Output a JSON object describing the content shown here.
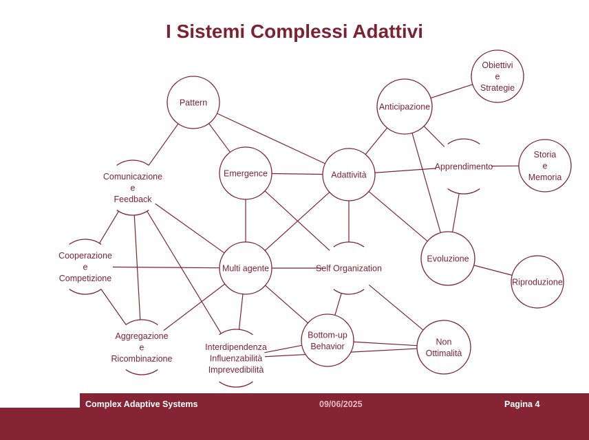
{
  "slide": {
    "title": "I Sistemi Complessi Adattivi"
  },
  "diagram": {
    "nodes": [
      {
        "id": "pattern",
        "lines": [
          "Pattern"
        ],
        "ring": "full"
      },
      {
        "id": "comunicazione",
        "lines": [
          "Comunicazione",
          "e",
          "Feedback"
        ],
        "ring": "arcs"
      },
      {
        "id": "emergence",
        "lines": [
          "Emergence"
        ],
        "ring": "full"
      },
      {
        "id": "adattivita",
        "lines": [
          "Adattività"
        ],
        "ring": "full"
      },
      {
        "id": "anticipazione",
        "lines": [
          "Anticipazione"
        ],
        "ring": "full"
      },
      {
        "id": "obiettivi",
        "lines": [
          "Obiettivi",
          "e",
          "Strategie"
        ],
        "ring": "full"
      },
      {
        "id": "apprendimento",
        "lines": [
          "Apprendimento"
        ],
        "ring": "arcs"
      },
      {
        "id": "storia",
        "lines": [
          "Storia",
          "e",
          "Memoria"
        ],
        "ring": "full"
      },
      {
        "id": "cooperazione",
        "lines": [
          "Cooperazione",
          "e",
          "Competizione"
        ],
        "ring": "arcs"
      },
      {
        "id": "multiagente",
        "lines": [
          "Multi agente"
        ],
        "ring": "full"
      },
      {
        "id": "selforg",
        "lines": [
          "Self Organization"
        ],
        "ring": "arcs"
      },
      {
        "id": "evoluzione",
        "lines": [
          "Evoluzione"
        ],
        "ring": "full"
      },
      {
        "id": "riproduzione",
        "lines": [
          "Riproduzione"
        ],
        "ring": "full"
      },
      {
        "id": "aggregazione",
        "lines": [
          "Aggregazione",
          "e",
          "Ricombinazione"
        ],
        "ring": "arcs"
      },
      {
        "id": "interdipendenza",
        "lines": [
          "Interdipendenza",
          "Influenzabilità",
          "Imprevedibilità"
        ],
        "ring": "arcs"
      },
      {
        "id": "bottomup",
        "lines": [
          "Bottom-up",
          "Behavior"
        ],
        "ring": "full"
      },
      {
        "id": "nonott",
        "lines": [
          "Non",
          "Ottimalità"
        ],
        "ring": "full"
      }
    ],
    "edges": [
      [
        "pattern",
        "comunicazione"
      ],
      [
        "pattern",
        "emergence"
      ],
      [
        "pattern",
        "adattivita"
      ],
      [
        "emergence",
        "adattivita"
      ],
      [
        "emergence",
        "multiagente"
      ],
      [
        "emergence",
        "selforg"
      ],
      [
        "adattivita",
        "anticipazione"
      ],
      [
        "adattivita",
        "apprendimento"
      ],
      [
        "adattivita",
        "selforg"
      ],
      [
        "adattivita",
        "multiagente"
      ],
      [
        "adattivita",
        "evoluzione"
      ],
      [
        "anticipazione",
        "obiettivi"
      ],
      [
        "anticipazione",
        "apprendimento"
      ],
      [
        "anticipazione",
        "evoluzione"
      ],
      [
        "apprendimento",
        "storia"
      ],
      [
        "apprendimento",
        "evoluzione"
      ],
      [
        "evoluzione",
        "riproduzione"
      ],
      [
        "comunicazione",
        "cooperazione"
      ],
      [
        "comunicazione",
        "multiagente"
      ],
      [
        "comunicazione",
        "aggregazione"
      ],
      [
        "comunicazione",
        "interdipendenza"
      ],
      [
        "cooperazione",
        "multiagente"
      ],
      [
        "cooperazione",
        "aggregazione"
      ],
      [
        "multiagente",
        "selforg"
      ],
      [
        "multiagente",
        "aggregazione"
      ],
      [
        "multiagente",
        "interdipendenza"
      ],
      [
        "multiagente",
        "bottomup"
      ],
      [
        "selforg",
        "bottomup"
      ],
      [
        "selforg",
        "nonott"
      ],
      [
        "bottomup",
        "interdipendenza"
      ],
      [
        "bottomup",
        "nonott"
      ],
      [
        "interdipendenza",
        "nonott"
      ]
    ],
    "colors": {
      "line": "#7d2232",
      "text": "#7d2232"
    }
  },
  "footer": {
    "left": "Complex Adaptive Systems",
    "date": "09/06/2025",
    "page": "Pagina 4",
    "color": "#842435"
  }
}
